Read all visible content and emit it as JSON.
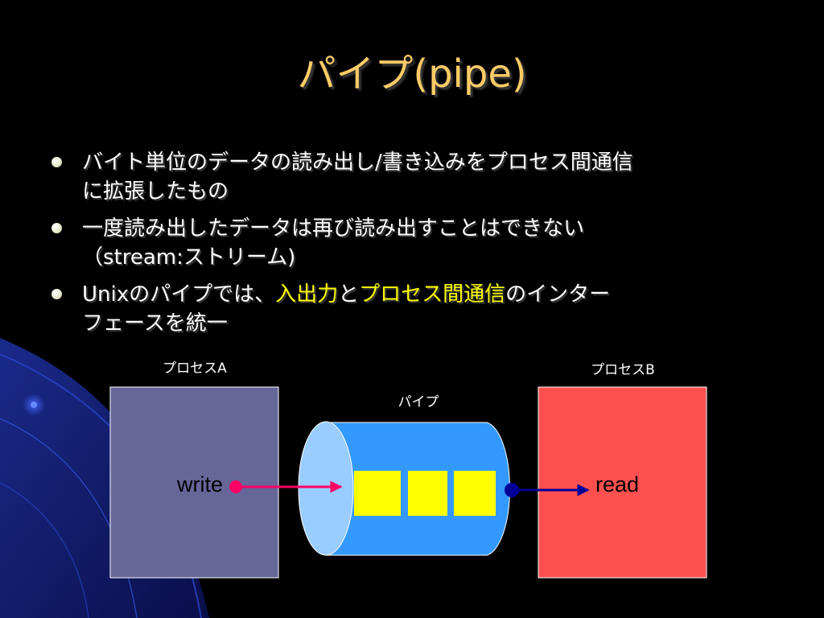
{
  "title": "パイプ(pipe)",
  "bullets": [
    {
      "line1": "バイト単位のデータの読み出し/書き込みをプロセス間通信",
      "line2": "に拡張したもの"
    },
    {
      "line1": "一度読み出したデータは再び読み出すことはできない",
      "line2": "（stream:ストリーム)"
    },
    {
      "line1_pre": "Unixのパイプでは、",
      "line1_hl1": "入出力",
      "line1_mid": "と",
      "line1_hl2": "プロセス間通信",
      "line1_post": "のインター",
      "line2": "フェースを統一"
    }
  ],
  "diagram": {
    "process_a_label": "プロセスA",
    "process_b_label": "プロセスB",
    "pipe_label": "パイプ",
    "write_label": "write",
    "read_label": "read",
    "pipe_buffer_slots": 3
  },
  "colors": {
    "title": "#ffcc66",
    "highlight": "#ffff00",
    "process_a_fill": "#666699",
    "process_b_fill": "#ff5050",
    "pipe_body": "#3399ff",
    "pipe_cap": "#99ccff",
    "buffer_slot": "#ffff00",
    "write_arrow": "#ff0066",
    "read_arrow": "#000099"
  }
}
